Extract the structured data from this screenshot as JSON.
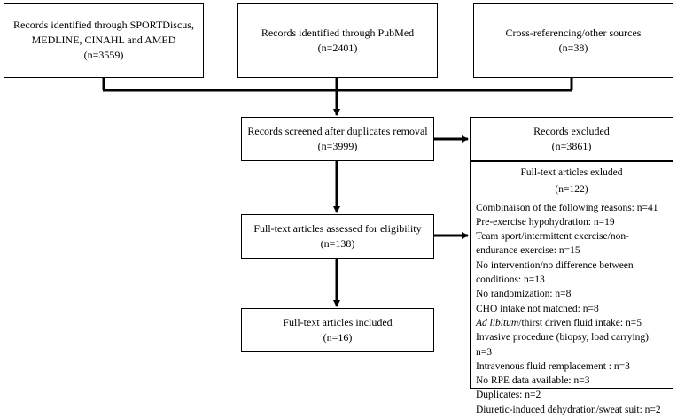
{
  "boxes": {
    "sportdiscus": {
      "line1": "Records identified through SPORTDiscus,",
      "line2": "MEDLINE, CINAHL and AMED",
      "count": "(n=3559)"
    },
    "pubmed": {
      "line1": "Records identified through PubMed",
      "count": "(n=2401)"
    },
    "crossref": {
      "line1": "Cross-referencing/other sources",
      "count": "(n=38)"
    },
    "screened": {
      "line1": "Records screened after duplicates removal",
      "count": "(n=3999)"
    },
    "excluded": {
      "line1": "Records excluded",
      "count": "(n=3861)"
    },
    "assessed": {
      "line1": "Full-text articles assessed for eligibility",
      "count": "(n=138)"
    },
    "included": {
      "line1": "Full-text articles included",
      "count": "(n=16)"
    }
  },
  "fulltext_excluded": {
    "title": "Full-text articles exluded",
    "count": "(n=122)",
    "reasons": [
      {
        "text": "Combinaison of the following reasons: n=41"
      },
      {
        "text": "Pre-exercise hypohydration: n=19"
      },
      {
        "text": "Team sport/intermittent exercise/non-endurance exercise: n=15"
      },
      {
        "text": "No intervention/no difference between conditions: n=13"
      },
      {
        "text": "No randomization: n=8"
      },
      {
        "text": "CHO intake not matched: n=8"
      },
      {
        "italic": "Ad libitum",
        "text": "/thirst driven fluid intake: n=5"
      },
      {
        "text": "Invasive procedure (biopsy, load carrying): n=3"
      },
      {
        "text": "Intravenous fluid remplacement : n=3"
      },
      {
        "text": "No RPE data available: n=3"
      },
      {
        "text": "Duplicates: n=2"
      },
      {
        "text": "Diuretic-induced dehydration/sweat suit: n=2"
      }
    ]
  }
}
